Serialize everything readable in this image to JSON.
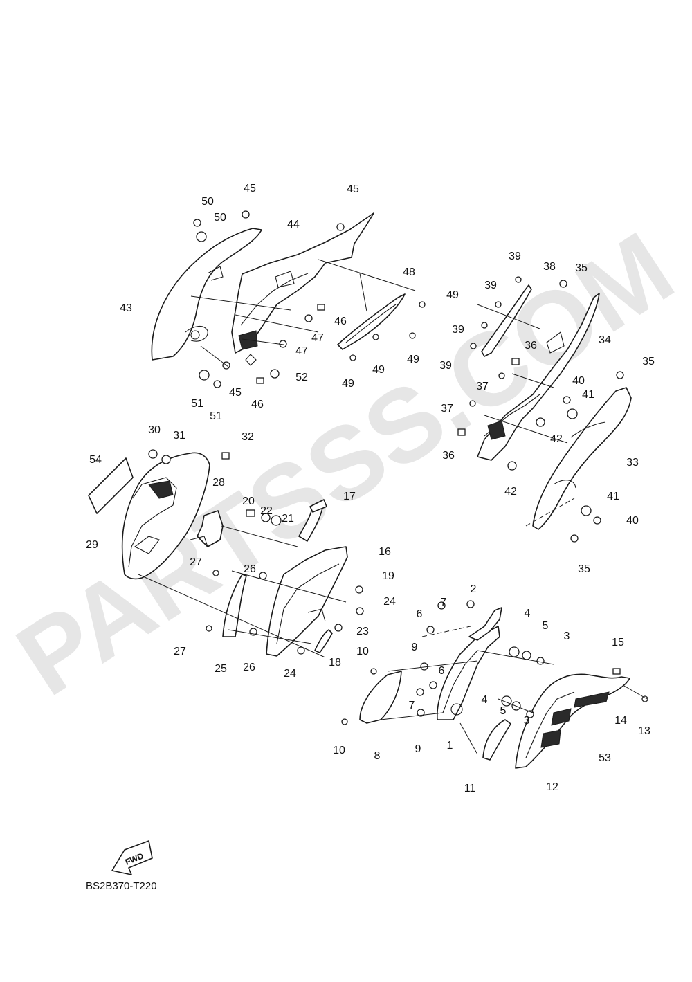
{
  "diagram_code": "BS2B370-T220",
  "fwd_label": "FWD",
  "watermark": "PARTSSS.COM",
  "callouts": [
    {
      "n": "1"
    },
    {
      "n": "2"
    },
    {
      "n": "3"
    },
    {
      "n": "3"
    },
    {
      "n": "4"
    },
    {
      "n": "4"
    },
    {
      "n": "5"
    },
    {
      "n": "5"
    },
    {
      "n": "6"
    },
    {
      "n": "6"
    },
    {
      "n": "7"
    },
    {
      "n": "7"
    },
    {
      "n": "8"
    },
    {
      "n": "9"
    },
    {
      "n": "9"
    },
    {
      "n": "10"
    },
    {
      "n": "10"
    },
    {
      "n": "11"
    },
    {
      "n": "12"
    },
    {
      "n": "13"
    },
    {
      "n": "14"
    },
    {
      "n": "15"
    },
    {
      "n": "16"
    },
    {
      "n": "17"
    },
    {
      "n": "18"
    },
    {
      "n": "19"
    },
    {
      "n": "20"
    },
    {
      "n": "21"
    },
    {
      "n": "22"
    },
    {
      "n": "23"
    },
    {
      "n": "24"
    },
    {
      "n": "24"
    },
    {
      "n": "25"
    },
    {
      "n": "26"
    },
    {
      "n": "26"
    },
    {
      "n": "27"
    },
    {
      "n": "27"
    },
    {
      "n": "28"
    },
    {
      "n": "29"
    },
    {
      "n": "30"
    },
    {
      "n": "31"
    },
    {
      "n": "32"
    },
    {
      "n": "33"
    },
    {
      "n": "34"
    },
    {
      "n": "35"
    },
    {
      "n": "35"
    },
    {
      "n": "35"
    },
    {
      "n": "36"
    },
    {
      "n": "36"
    },
    {
      "n": "37"
    },
    {
      "n": "37"
    },
    {
      "n": "38"
    },
    {
      "n": "39"
    },
    {
      "n": "39"
    },
    {
      "n": "39"
    },
    {
      "n": "39"
    },
    {
      "n": "40"
    },
    {
      "n": "40"
    },
    {
      "n": "41"
    },
    {
      "n": "41"
    },
    {
      "n": "42"
    },
    {
      "n": "42"
    },
    {
      "n": "43"
    },
    {
      "n": "44"
    },
    {
      "n": "45"
    },
    {
      "n": "45"
    },
    {
      "n": "45"
    },
    {
      "n": "46"
    },
    {
      "n": "46"
    },
    {
      "n": "47"
    },
    {
      "n": "47"
    },
    {
      "n": "48"
    },
    {
      "n": "49"
    },
    {
      "n": "49"
    },
    {
      "n": "49"
    },
    {
      "n": "49"
    },
    {
      "n": "50"
    },
    {
      "n": "50"
    },
    {
      "n": "51"
    },
    {
      "n": "51"
    },
    {
      "n": "52"
    },
    {
      "n": "53"
    },
    {
      "n": "54"
    }
  ]
}
